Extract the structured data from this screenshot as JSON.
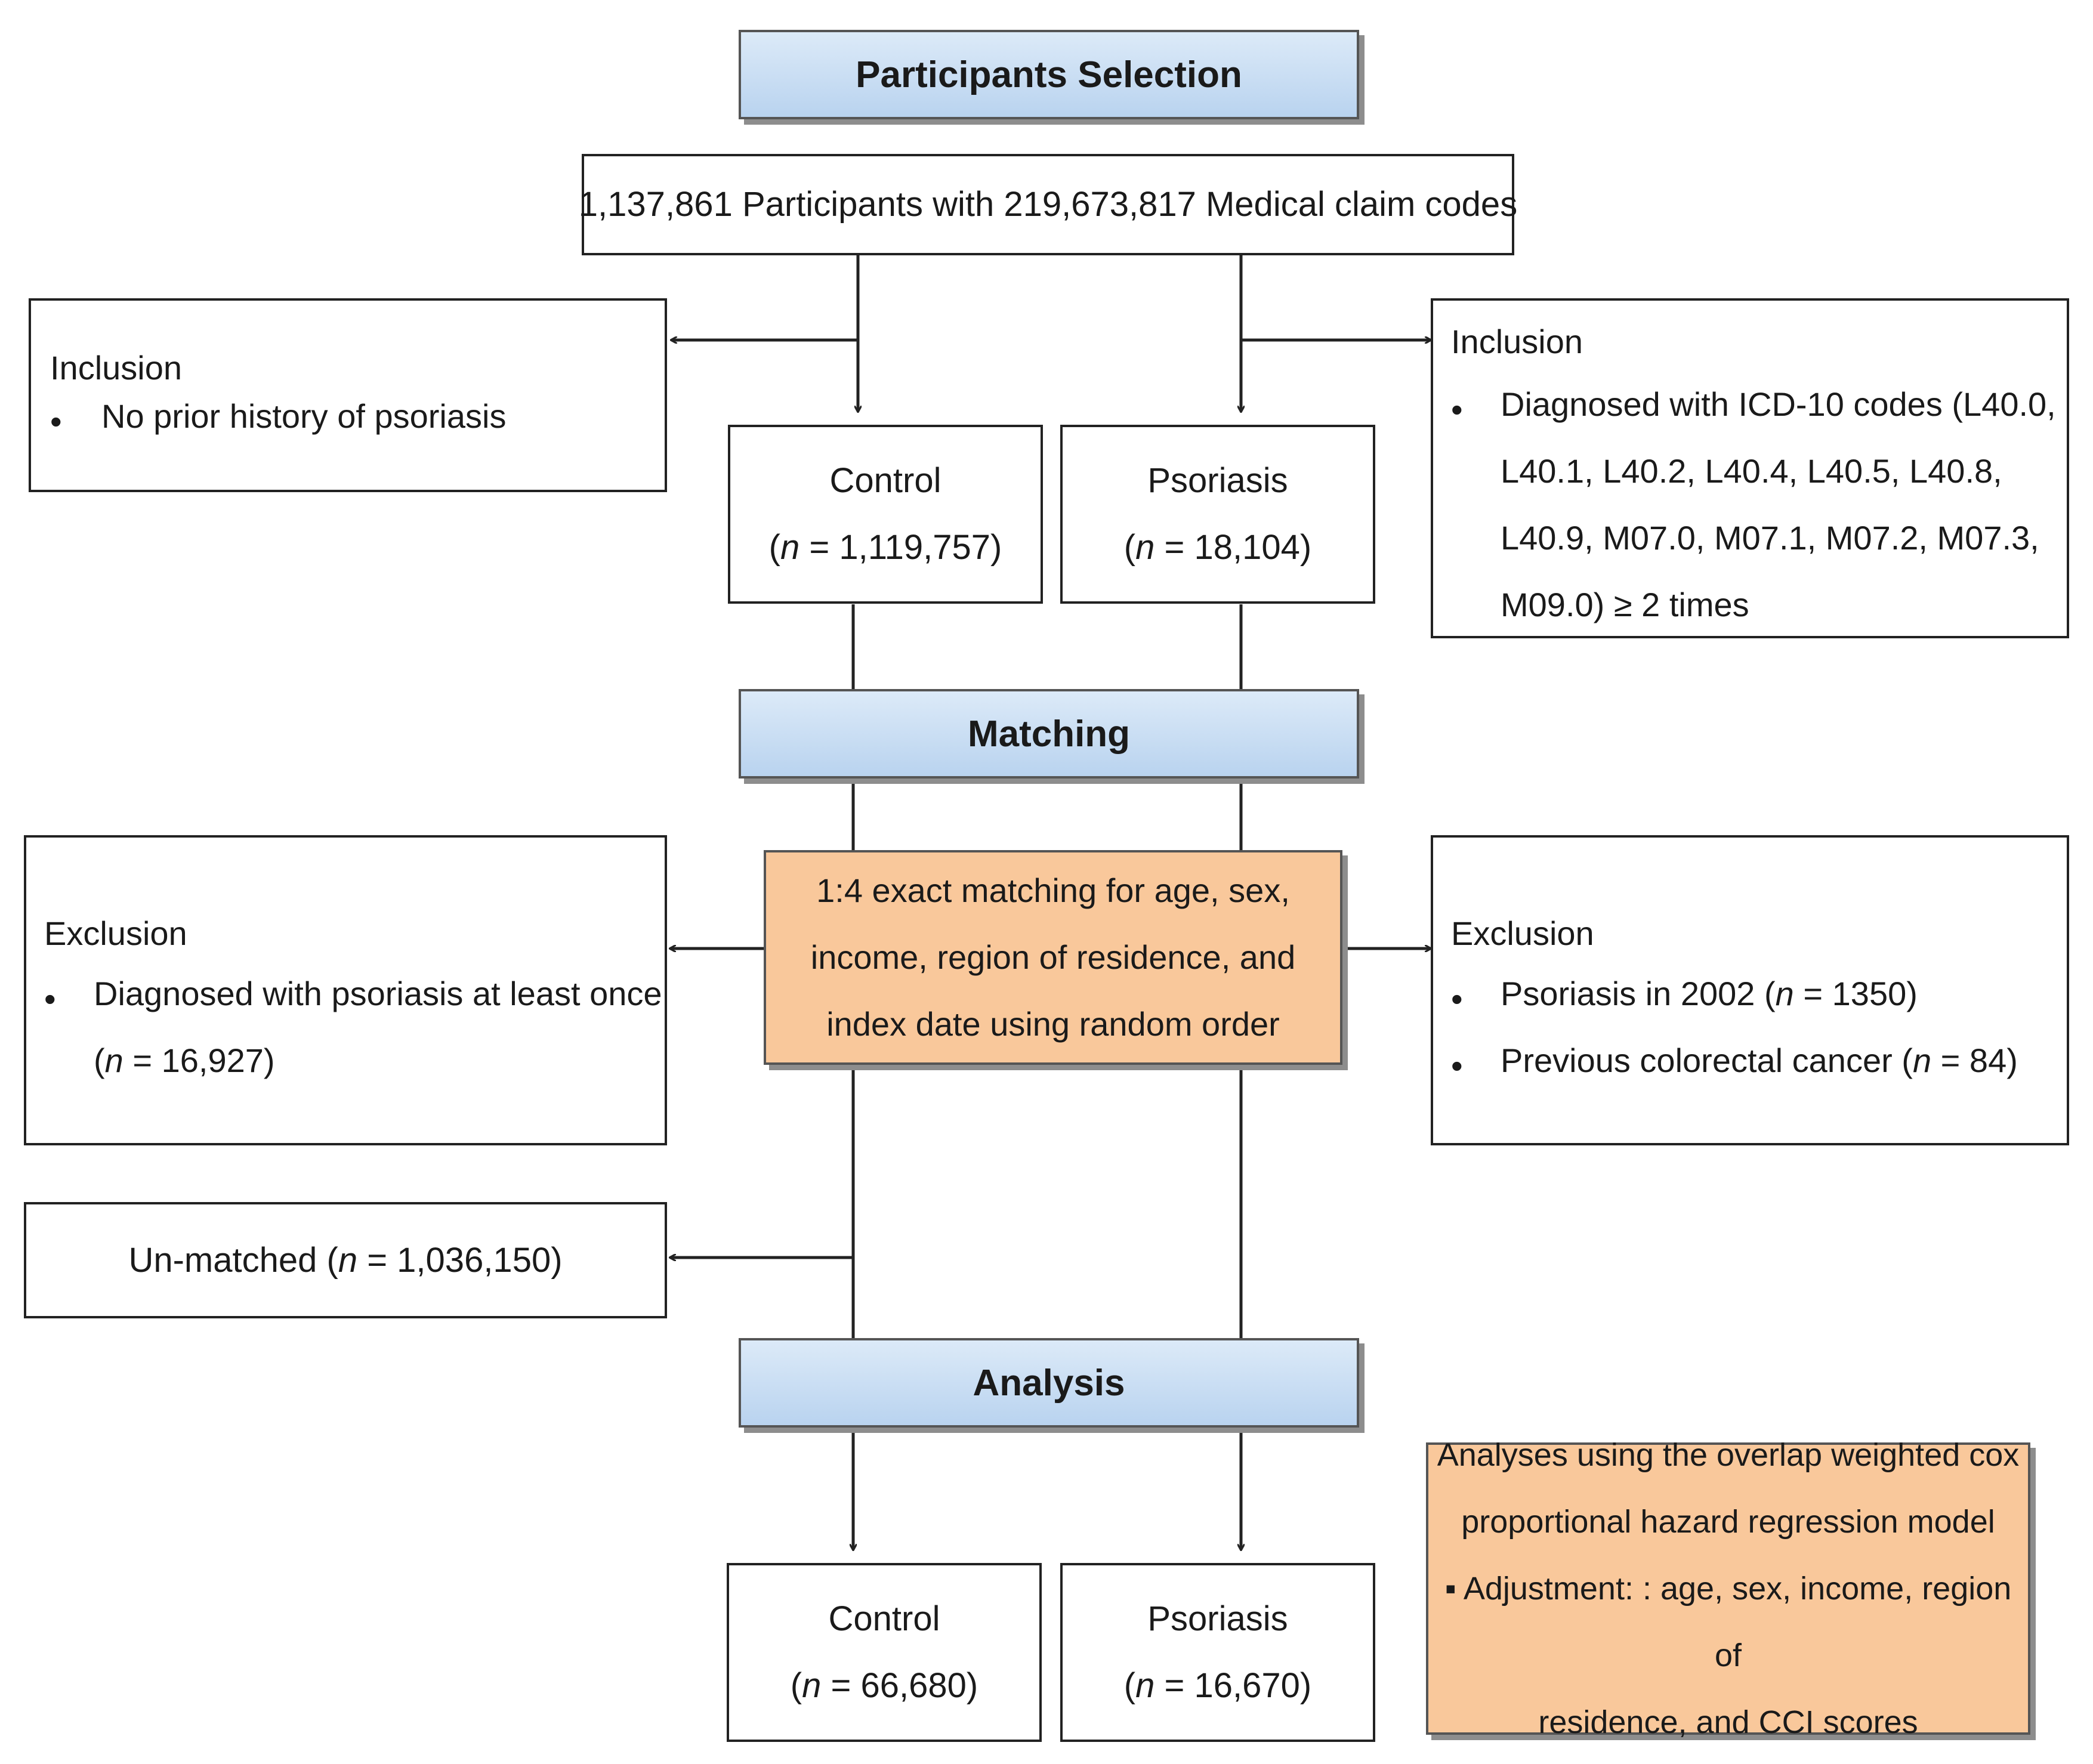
{
  "headers": {
    "selection": "Participants Selection",
    "matching": "Matching",
    "analysis": "Analysis"
  },
  "participants": "1,137,861 Participants with  219,673,817 Medical claim codes",
  "inclusion_left": {
    "title": "Inclusion",
    "items": [
      "No prior history of psoriasis"
    ]
  },
  "inclusion_right": {
    "title": "Inclusion",
    "lines": [
      "Diagnosed with ICD-10 codes (L40.0,",
      "L40.1, L40.2, L40.4, L40.5, L40.8,",
      "L40.9, M07.0, M07.1, M07.2, M07.3,",
      "M09.0) ≥ 2 times"
    ]
  },
  "control_initial": {
    "label": "Control",
    "n_prefix": "(",
    "n_symbol": "n",
    "n_value": " =  1,119,757)"
  },
  "psoriasis_initial": {
    "label": "Psoriasis",
    "n_prefix": "(",
    "n_symbol": "n",
    "n_value": " = 18,104)"
  },
  "matching_box": [
    "1:4 exact matching for age, sex,",
    "income, region of residence, and",
    "index date using random order"
  ],
  "exclusion_left": {
    "title": "Exclusion",
    "line1": "Diagnosed with psoriasis at least once",
    "line2_prefix": "(",
    "line2_symbol": "n",
    "line2_value": " = 16,927)"
  },
  "exclusion_right": {
    "title": "Exclusion",
    "items": [
      {
        "prefix": "Psoriasis in 2002 (",
        "symbol": "n",
        "value": " = 1350)"
      },
      {
        "prefix": "Previous colorectal cancer (",
        "symbol": "n",
        "value": " = 84)"
      }
    ]
  },
  "unmatched": {
    "prefix": "Un-matched (",
    "symbol": "n",
    "value": " = 1,036,150)"
  },
  "control_final": {
    "label": "Control",
    "n_prefix": "(",
    "n_symbol": "n",
    "n_value": " =  66,680)"
  },
  "psoriasis_final": {
    "label": "Psoriasis",
    "n_prefix": "(",
    "n_symbol": "n",
    "n_value": " = 16,670)"
  },
  "analysis_box": [
    "Analyses using the overlap weighted cox",
    "proportional hazard regression model",
    "▪ Adjustment: : age, sex, income, region of",
    "residence, and CCI scores"
  ],
  "bullet_char": "•",
  "colors": {
    "header_fill": "#c6dcf3",
    "orange_fill": "#f9c89b",
    "border": "#222222",
    "shadow": "#8d8d8d"
  }
}
